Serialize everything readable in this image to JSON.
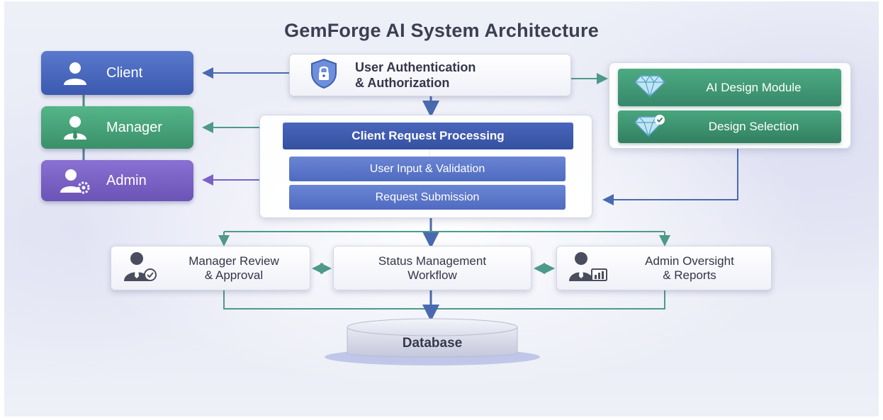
{
  "title": "GemForge AI System Architecture",
  "roles": {
    "client": {
      "label": "Client",
      "icon": "user-icon"
    },
    "manager": {
      "label": "Manager",
      "icon": "manager-icon"
    },
    "admin": {
      "label": "Admin",
      "icon": "admin-gear-icon"
    }
  },
  "auth": {
    "line1": "User Authentication",
    "line2": "& Authorization",
    "icon": "shield-lock-icon"
  },
  "ai_modules": {
    "design_module": {
      "label": "AI Design Module",
      "icon": "diamond-icon"
    },
    "design_selection": {
      "label": "Design Selection",
      "icon": "diamond-check-icon"
    }
  },
  "request_processing": {
    "header": "Client Request Processing",
    "steps": [
      "User Input & Validation",
      "Request Submission"
    ]
  },
  "workflow": {
    "manager_review": {
      "line1": "Manager Review",
      "line2": "& Approval",
      "icon": "manager-approve-icon"
    },
    "status": {
      "line1": "Status Management",
      "line2": "Workflow"
    },
    "admin_oversight": {
      "line1": "Admin Oversight",
      "line2": "& Reports",
      "icon": "admin-report-icon"
    }
  },
  "database": {
    "label": "Database",
    "icon": "database-icon"
  },
  "colors": {
    "blue": "#4a69bf",
    "green": "#3e9a72",
    "purple": "#7a61c6",
    "connector_blue": "#4a6ab0",
    "connector_teal": "#4d9a8a",
    "text_dark": "#33364a"
  }
}
